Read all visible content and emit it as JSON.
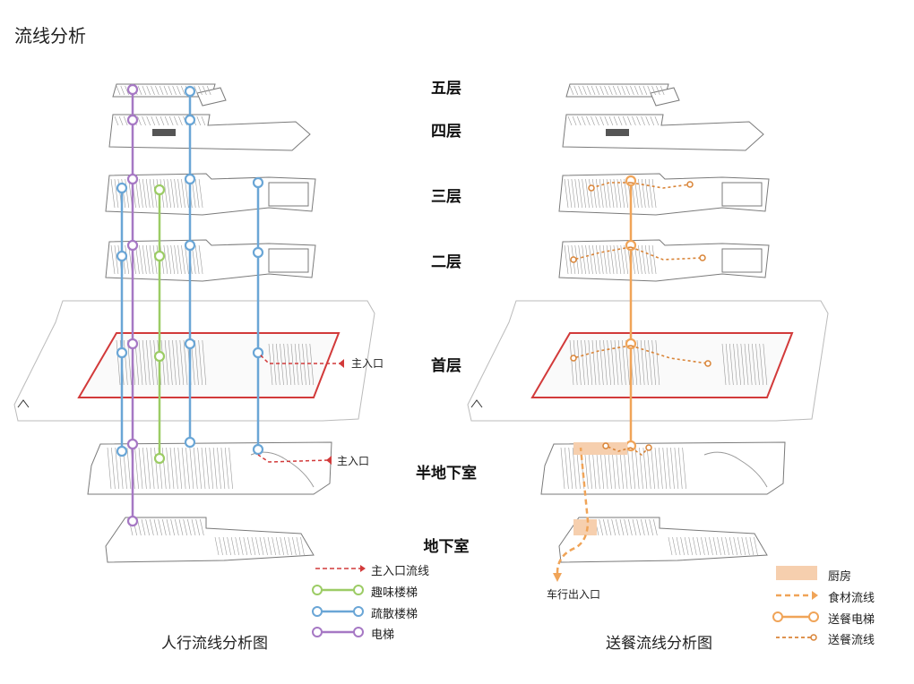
{
  "page_title": "流线分析",
  "floors": {
    "f5": "五层",
    "f4": "四层",
    "f3": "三层",
    "f2": "二层",
    "f1": "首层",
    "semi": "半地下室",
    "basement": "地下室"
  },
  "left_diagram": {
    "caption": "人行流线分析图",
    "entrance_label_1": "主入口",
    "entrance_label_2": "主入口"
  },
  "right_diagram": {
    "caption": "送餐流线分析图",
    "vehicle_label": "车行出入口"
  },
  "legend_left": {
    "main_entrance_flow": "主入口流线",
    "fun_stair": "趣味楼梯",
    "evac_stair": "疏散楼梯",
    "elevator": "电梯"
  },
  "legend_right": {
    "kitchen": "厨房",
    "food_flow": "食材流线",
    "food_elevator": "送餐电梯",
    "food_delivery_flow": "送餐流线"
  },
  "colors": {
    "entrance_red": "#d23a3a",
    "fun_green": "#9ccc65",
    "evac_blue": "#6aa6d6",
    "elevator_purple": "#a678c4",
    "kitchen_fill": "#f6cfae",
    "food_orange": "#f0a458",
    "delivery_orange": "#d98437",
    "plan_line": "#7a7a7a"
  }
}
